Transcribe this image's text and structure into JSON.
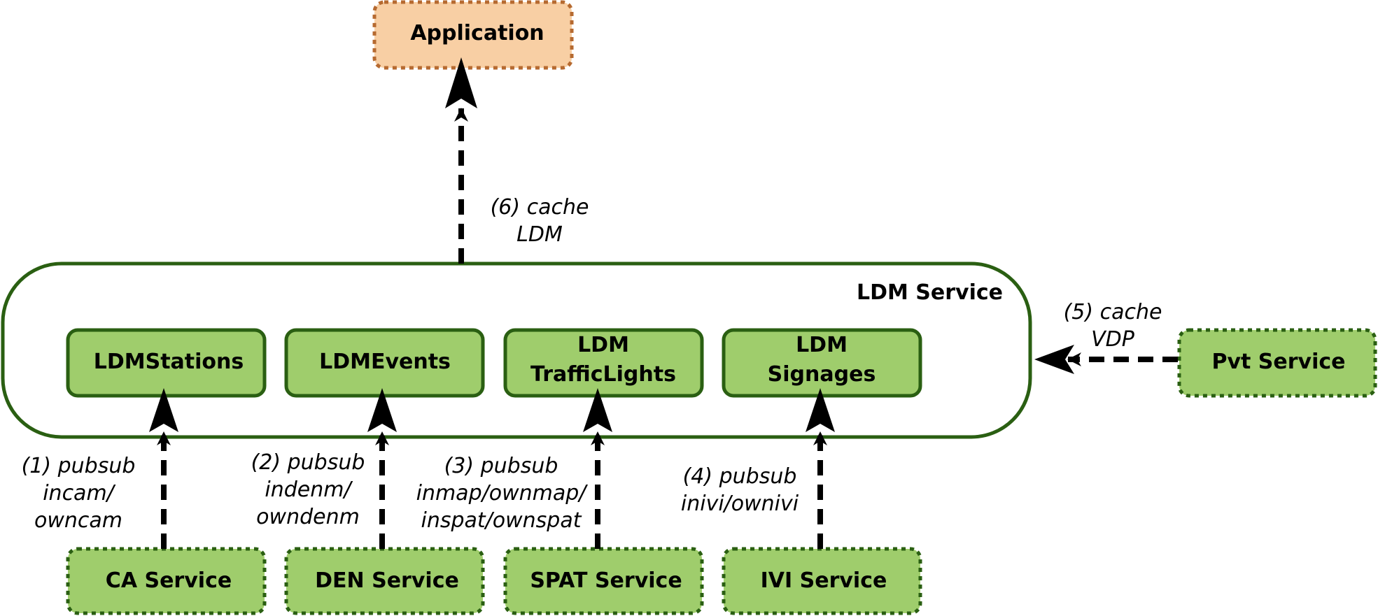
{
  "colors": {
    "green_fill": "#9fcd6c",
    "green_stroke": "#2a5f12",
    "orange_fill": "#f8cfa4",
    "orange_stroke": "#b66a30"
  },
  "application": {
    "label": "Application"
  },
  "ldm_service": {
    "title": "LDM Service",
    "modules": [
      {
        "lines": [
          "LDMStations"
        ]
      },
      {
        "lines": [
          "LDMEvents"
        ]
      },
      {
        "lines": [
          "LDM",
          "TrafficLights"
        ]
      },
      {
        "lines": [
          "LDM",
          "Signages"
        ]
      }
    ]
  },
  "services": [
    {
      "label": "CA Service"
    },
    {
      "label": "DEN Service"
    },
    {
      "label": "SPAT Service"
    },
    {
      "label": "IVI Service"
    }
  ],
  "pvt_service": {
    "label": "Pvt Service"
  },
  "edges": {
    "e1": [
      "(1) pubsub",
      "incam/",
      "owncam"
    ],
    "e2": [
      "(2) pubsub",
      "indenm/",
      "owndenm"
    ],
    "e3": [
      "(3) pubsub",
      "inmap/ownmap/",
      "inspat/ownspat"
    ],
    "e4": [
      "(4) pubsub",
      "inivi/ownivi"
    ],
    "e5": [
      "(5) cache",
      "VDP"
    ],
    "e6": [
      "(6) cache",
      "LDM"
    ]
  }
}
